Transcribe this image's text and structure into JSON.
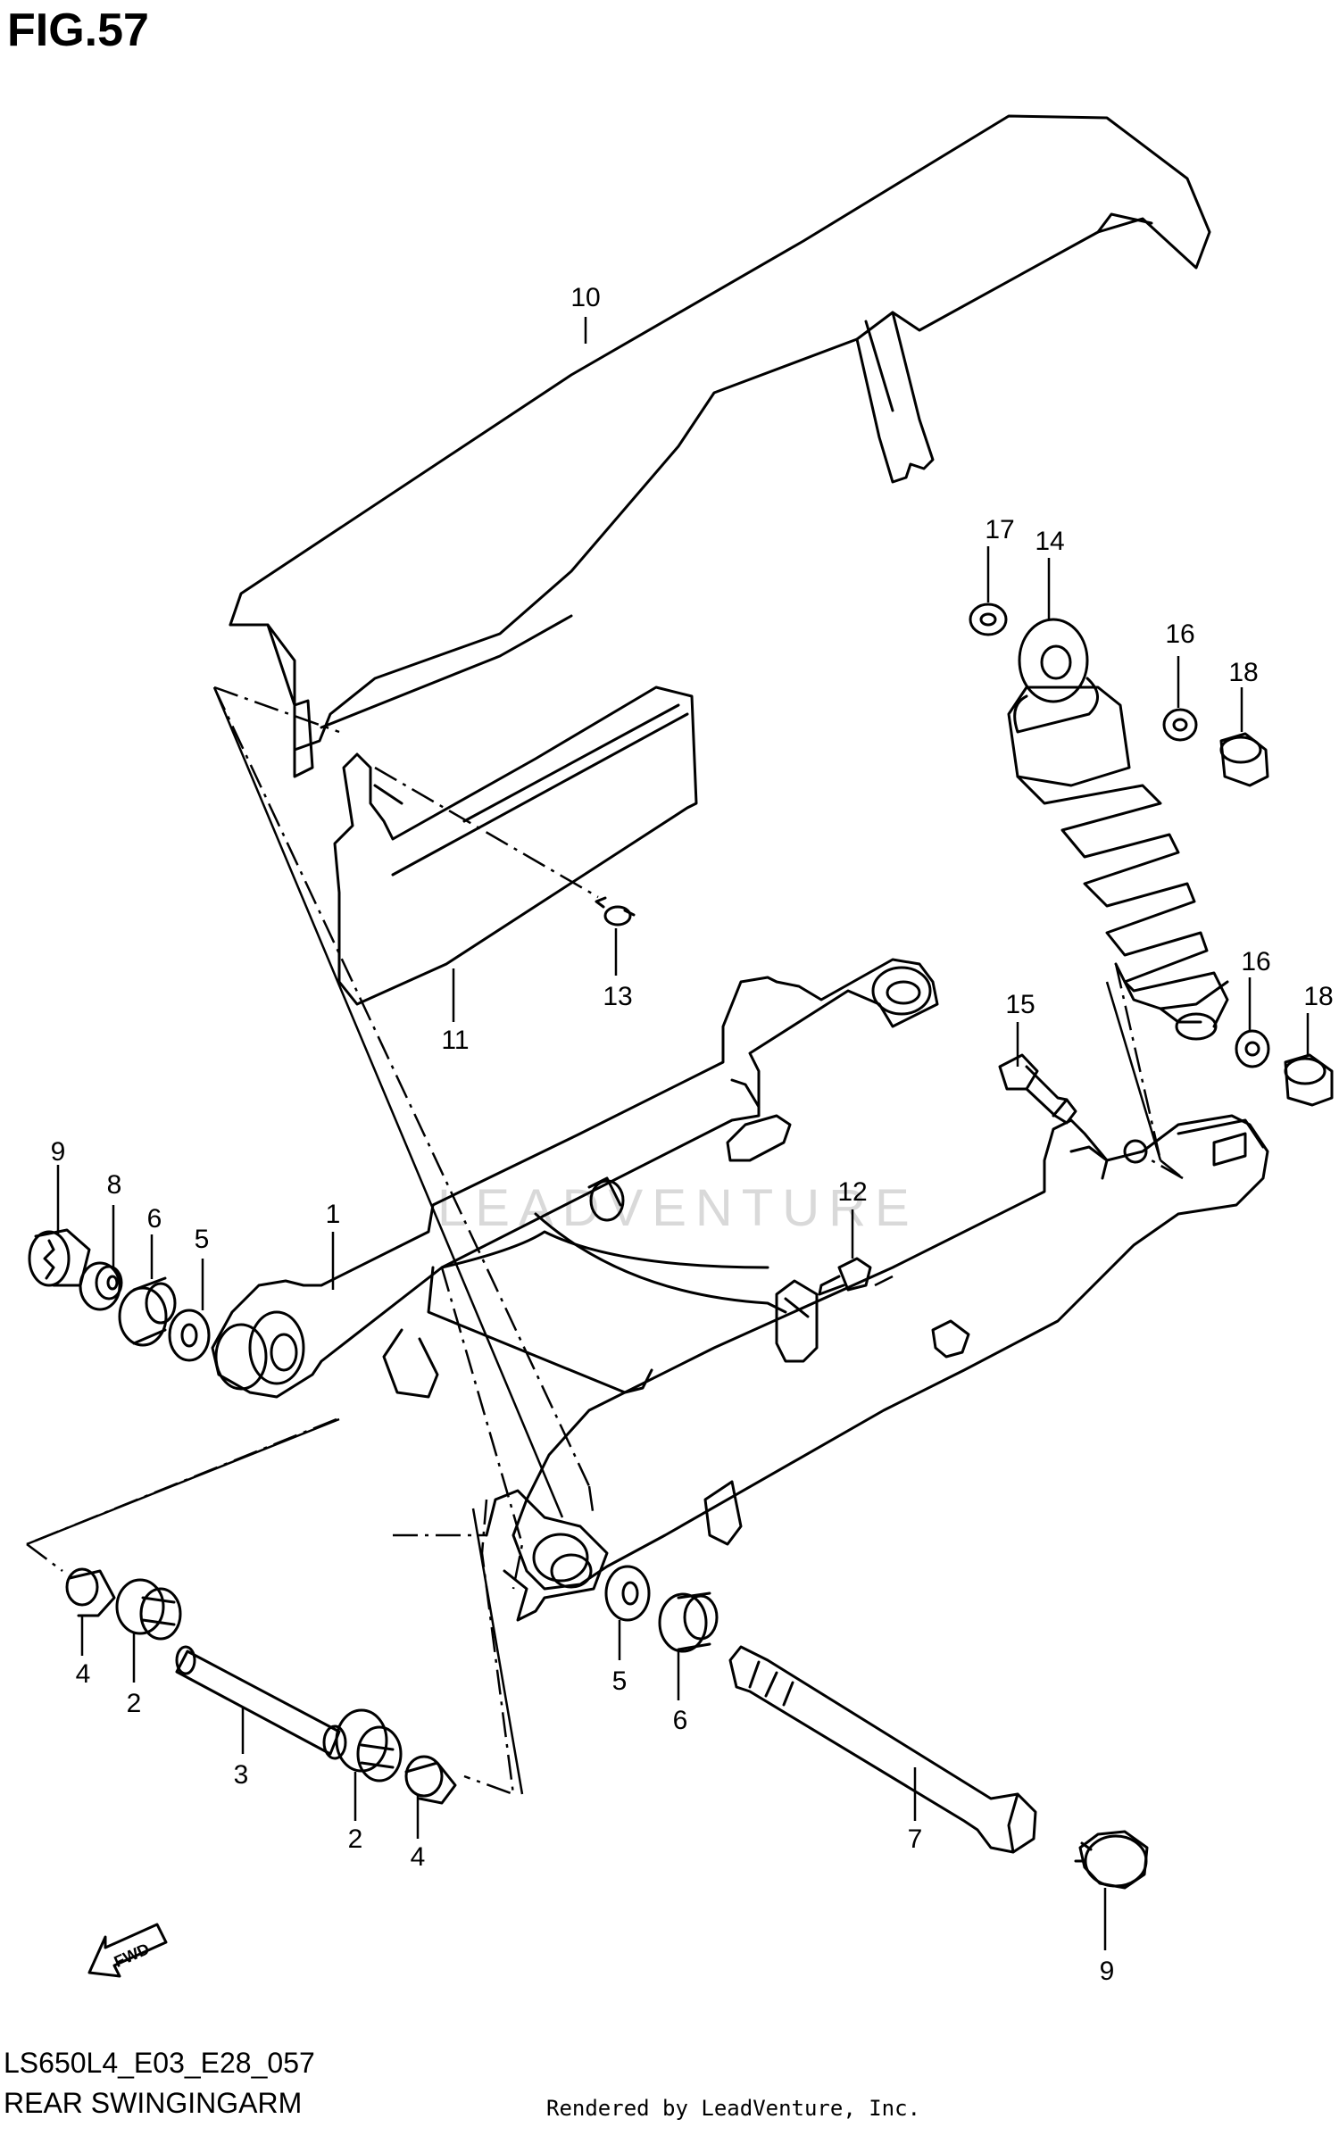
{
  "figure": {
    "title": "FIG.57"
  },
  "callouts": [
    {
      "id": "c10",
      "text": "10"
    },
    {
      "id": "c17",
      "text": "17"
    },
    {
      "id": "c14",
      "text": "14"
    },
    {
      "id": "c16a",
      "text": "16"
    },
    {
      "id": "c18a",
      "text": "18"
    },
    {
      "id": "c16b",
      "text": "16"
    },
    {
      "id": "c18b",
      "text": "18"
    },
    {
      "id": "c11",
      "text": "11"
    },
    {
      "id": "c13",
      "text": "13"
    },
    {
      "id": "c15",
      "text": "15"
    },
    {
      "id": "c9a",
      "text": "9"
    },
    {
      "id": "c8",
      "text": "8"
    },
    {
      "id": "c6a",
      "text": "6"
    },
    {
      "id": "c5a",
      "text": "5"
    },
    {
      "id": "c1",
      "text": "1"
    },
    {
      "id": "c12",
      "text": "12"
    },
    {
      "id": "c4a",
      "text": "4"
    },
    {
      "id": "c2a",
      "text": "2"
    },
    {
      "id": "c3",
      "text": "3"
    },
    {
      "id": "c2b",
      "text": "2"
    },
    {
      "id": "c4b",
      "text": "4"
    },
    {
      "id": "c5b",
      "text": "5"
    },
    {
      "id": "c6b",
      "text": "6"
    },
    {
      "id": "c7",
      "text": "7"
    },
    {
      "id": "c9b",
      "text": "9"
    }
  ],
  "fwd_label": "FWD",
  "watermark": "LEADVENTURE",
  "footer": {
    "model_code": "LS650L4_E03_E28_057",
    "section_name": "REAR SWINGINGARM",
    "credit": "Rendered by LeadVenture, Inc."
  }
}
